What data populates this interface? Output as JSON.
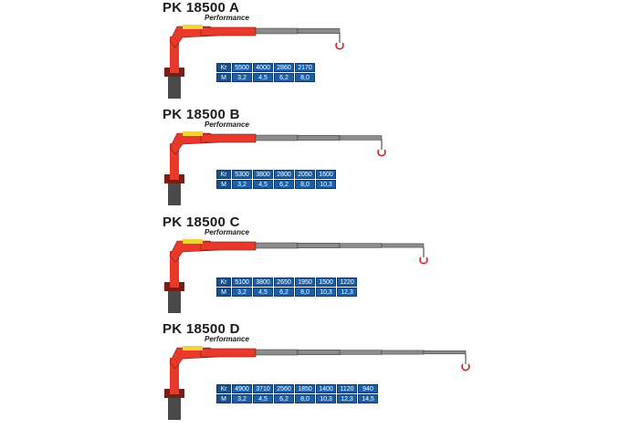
{
  "models": [
    {
      "title": "PK 18500 A",
      "subtitle": "Performance",
      "extensions": 2,
      "kr_label": "Kr",
      "m_label": "M",
      "kr": [
        "5500",
        "4000",
        "2860",
        "2170"
      ],
      "m": [
        "3,2",
        "4,5",
        "6,2",
        "8,0"
      ]
    },
    {
      "title": "PK 18500 B",
      "subtitle": "Performance",
      "extensions": 3,
      "kr_label": "Kr",
      "m_label": "M",
      "kr": [
        "5300",
        "3800",
        "2800",
        "2050",
        "1600"
      ],
      "m": [
        "3,2",
        "4,5",
        "6,2",
        "8,0",
        "10,3"
      ]
    },
    {
      "title": "PK 18500 C",
      "subtitle": "Performance",
      "extensions": 4,
      "kr_label": "Kr",
      "m_label": "M",
      "kr": [
        "5100",
        "3800",
        "2650",
        "1950",
        "1500",
        "1220"
      ],
      "m": [
        "3,2",
        "4,5",
        "6,2",
        "8,0",
        "10,3",
        "12,3"
      ]
    },
    {
      "title": "PK 18500 D",
      "subtitle": "Performance",
      "extensions": 5,
      "kr_label": "Kr",
      "m_label": "M",
      "kr": [
        "4900",
        "3710",
        "2560",
        "1850",
        "1400",
        "1120",
        "940"
      ],
      "m": [
        "3,2",
        "4,5",
        "6,2",
        "8,0",
        "10,3",
        "12,3",
        "14,5"
      ]
    }
  ],
  "colors": {
    "crane_red": "#e8392a",
    "boom_grey": "#8c8c8c",
    "table_blue": "#1b5fa8",
    "hook_red": "#d0202a"
  }
}
